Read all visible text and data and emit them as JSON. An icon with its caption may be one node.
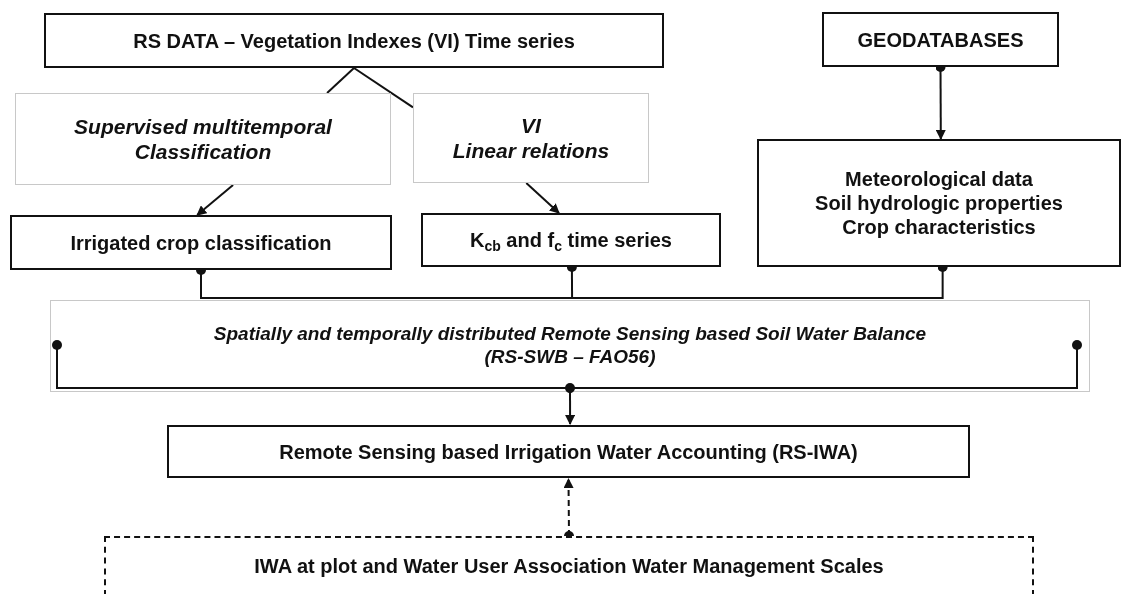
{
  "diagram": {
    "nodes": [
      {
        "text": [
          "RS DATA – Vegetation Indexes (VI) Time series"
        ]
      },
      {
        "text": [
          "Supervised multitemporal Classification"
        ]
      },
      {
        "text": [
          "VI",
          "Linear relations"
        ]
      },
      {
        "text": [
          "GEODATABASES"
        ]
      },
      {
        "text": [
          "Irrigated crop classification"
        ]
      },
      {
        "text": [
          "K$_{cb}$ and f$_{c}$ time series"
        ]
      },
      {
        "text": [
          "Meteorological data",
          "Soil hydrologic properties",
          "Crop characteristics"
        ]
      },
      {
        "text": [
          "Spatially and temporally distributed Remote Sensing based Soil Water Balance",
          "(RS-SWB – FAO56)"
        ]
      },
      {
        "text": [
          "Remote Sensing based Irrigation Water Accounting  (RS-IWA)"
        ]
      },
      {
        "text": [
          "IWA at plot and Water User Association Water Management Scales"
        ]
      }
    ],
    "edges": [
      {
        "from": 0,
        "to": 1,
        "arrow": "none"
      },
      {
        "from": 1,
        "to": 4,
        "arrow": "to"
      },
      {
        "from": 0,
        "to": 2,
        "arrow": "none"
      },
      {
        "from": 2,
        "to": 5,
        "arrow": "to"
      },
      {
        "from": 3,
        "to": 6,
        "arrow": "to"
      },
      {
        "from": 4,
        "to": 7,
        "arrow": "other"
      },
      {
        "from": 5,
        "to": 7,
        "arrow": "other"
      },
      {
        "from": 6,
        "to": 7,
        "arrow": "other"
      },
      {
        "from": 7,
        "to": 8,
        "arrow": "to"
      },
      {
        "from": 9,
        "to": 8,
        "arrow": "to",
        "style": "dashed"
      }
    ]
  }
}
